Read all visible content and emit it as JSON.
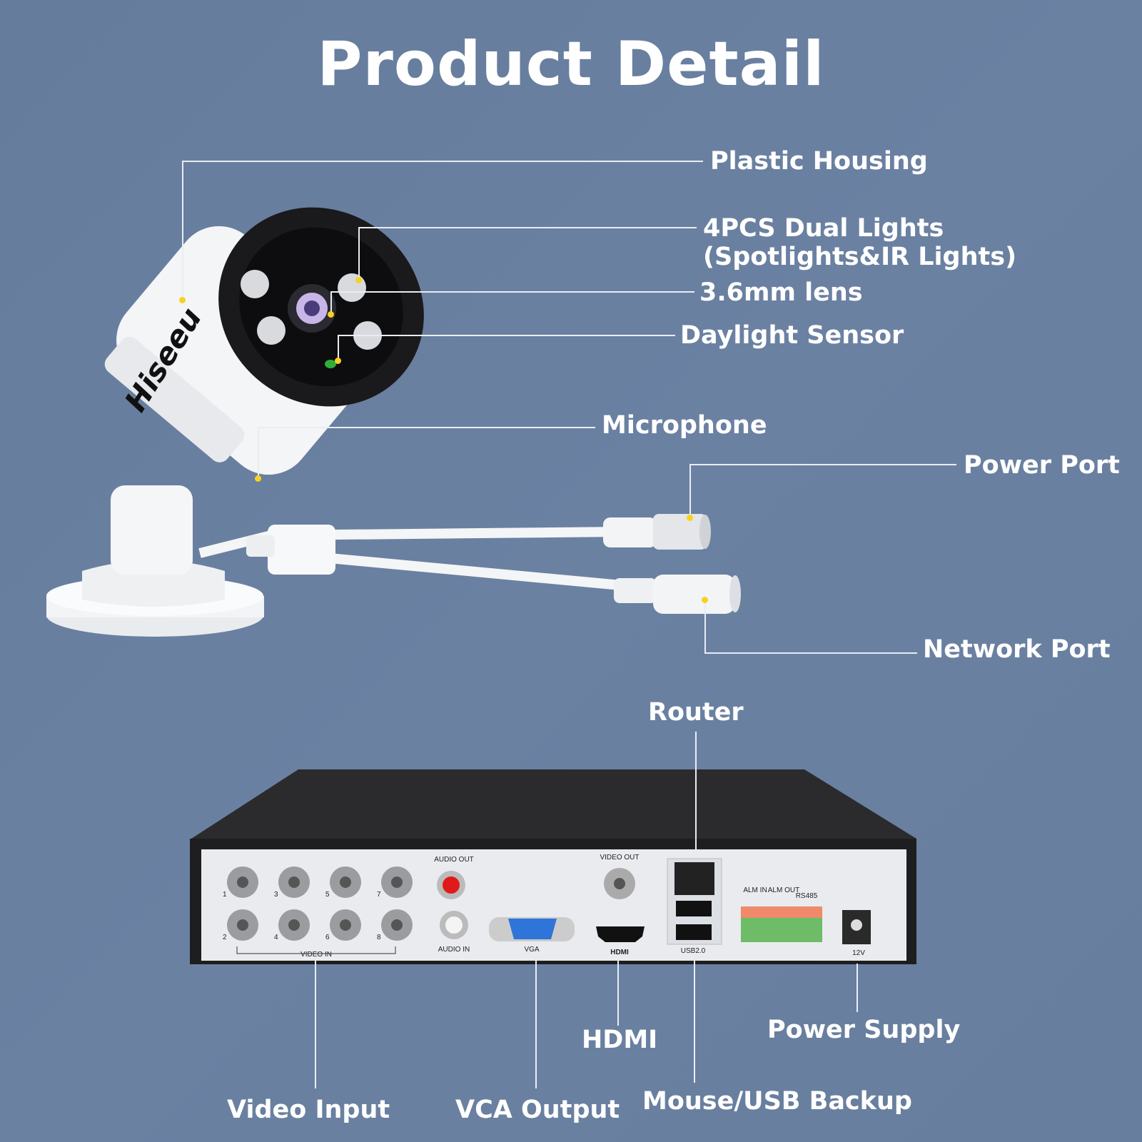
{
  "title": "Product Detail",
  "camera": {
    "brand": "Hiseeu",
    "labels": {
      "plastic_housing": "Plastic Housing",
      "dual_lights": "4PCS Dual Lights",
      "dual_lights_sub": "(Spotlights&IR Lights)",
      "lens": "3.6mm lens",
      "daylight_sensor": "Daylight Sensor",
      "microphone": "Microphone",
      "power_port": "Power Port",
      "network_port": "Network Port"
    }
  },
  "dvr": {
    "panel_text": {
      "audio_out": "AUDIO OUT",
      "audio_in": "AUDIO IN",
      "video_out": "VIDEO OUT",
      "video_in": "VIDEO IN",
      "vga": "VGA",
      "hdmi": "HDMI",
      "usb": "USB2.0",
      "alm_in": "ALM IN",
      "alm_out": "ALM OUT",
      "rs485": "RS485",
      "power": "12V",
      "channels": [
        "1",
        "2",
        "3",
        "4",
        "5",
        "6",
        "7",
        "8"
      ]
    },
    "labels": {
      "router": "Router",
      "video_input": "Video Input",
      "vca_output": "VCA Output",
      "hdmi": "HDMI",
      "usb_backup": "Mouse/USB Backup",
      "power_supply": "Power Supply"
    }
  }
}
